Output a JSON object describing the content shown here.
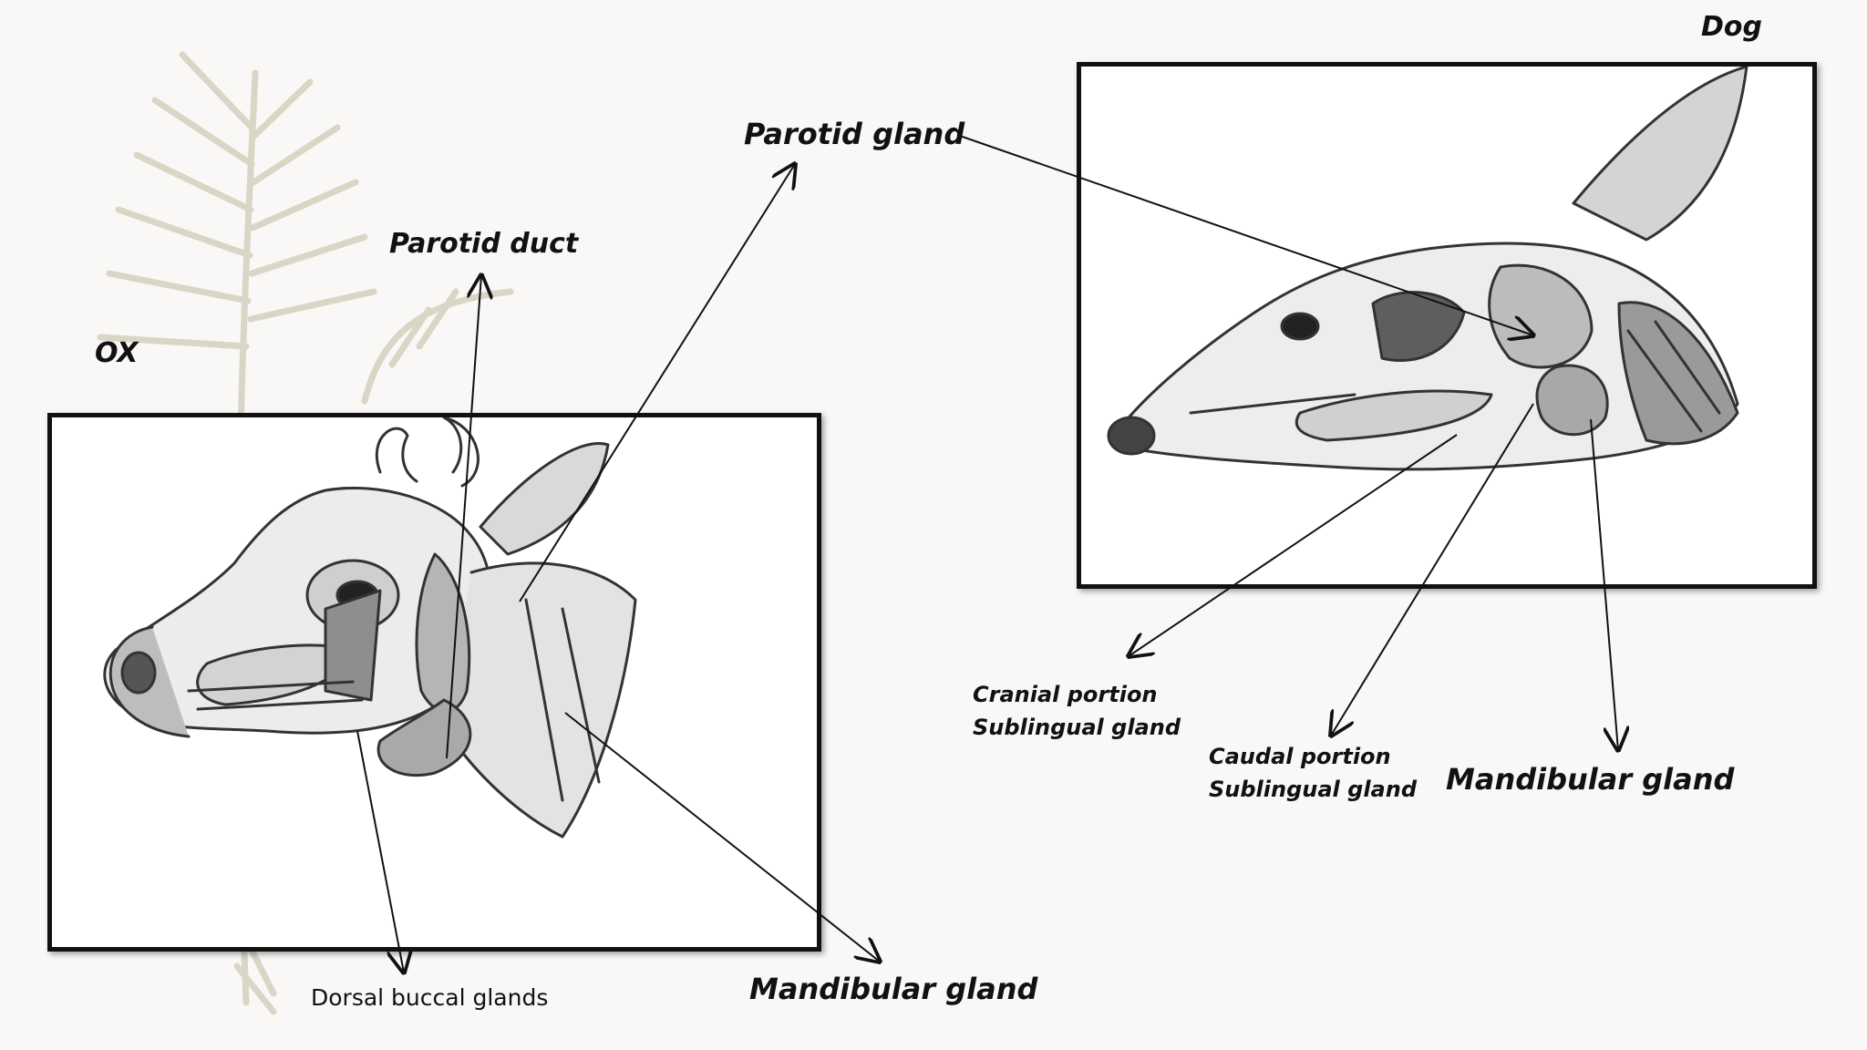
{
  "species": {
    "ox": "OX",
    "dog": "Dog"
  },
  "ox_labels": {
    "parotid_duct": "Parotid duct",
    "parotid_gland": "Parotid gland",
    "mandibular_gland": "Mandibular gland",
    "dorsal_buccal_glands": "Dorsal buccal glands"
  },
  "dog_labels": {
    "cranial_portion_line1": "Cranial portion",
    "cranial_portion_line2": "Sublingual gland",
    "caudal_portion_line1": "Caudal portion",
    "caudal_portion_line2": "Sublingual gland",
    "mandibular_gland": "Mandibular gland"
  },
  "colors": {
    "frame": "#111111",
    "arrow": "#111111",
    "background": "#faf8f6",
    "fern": "#d9d6c6"
  }
}
